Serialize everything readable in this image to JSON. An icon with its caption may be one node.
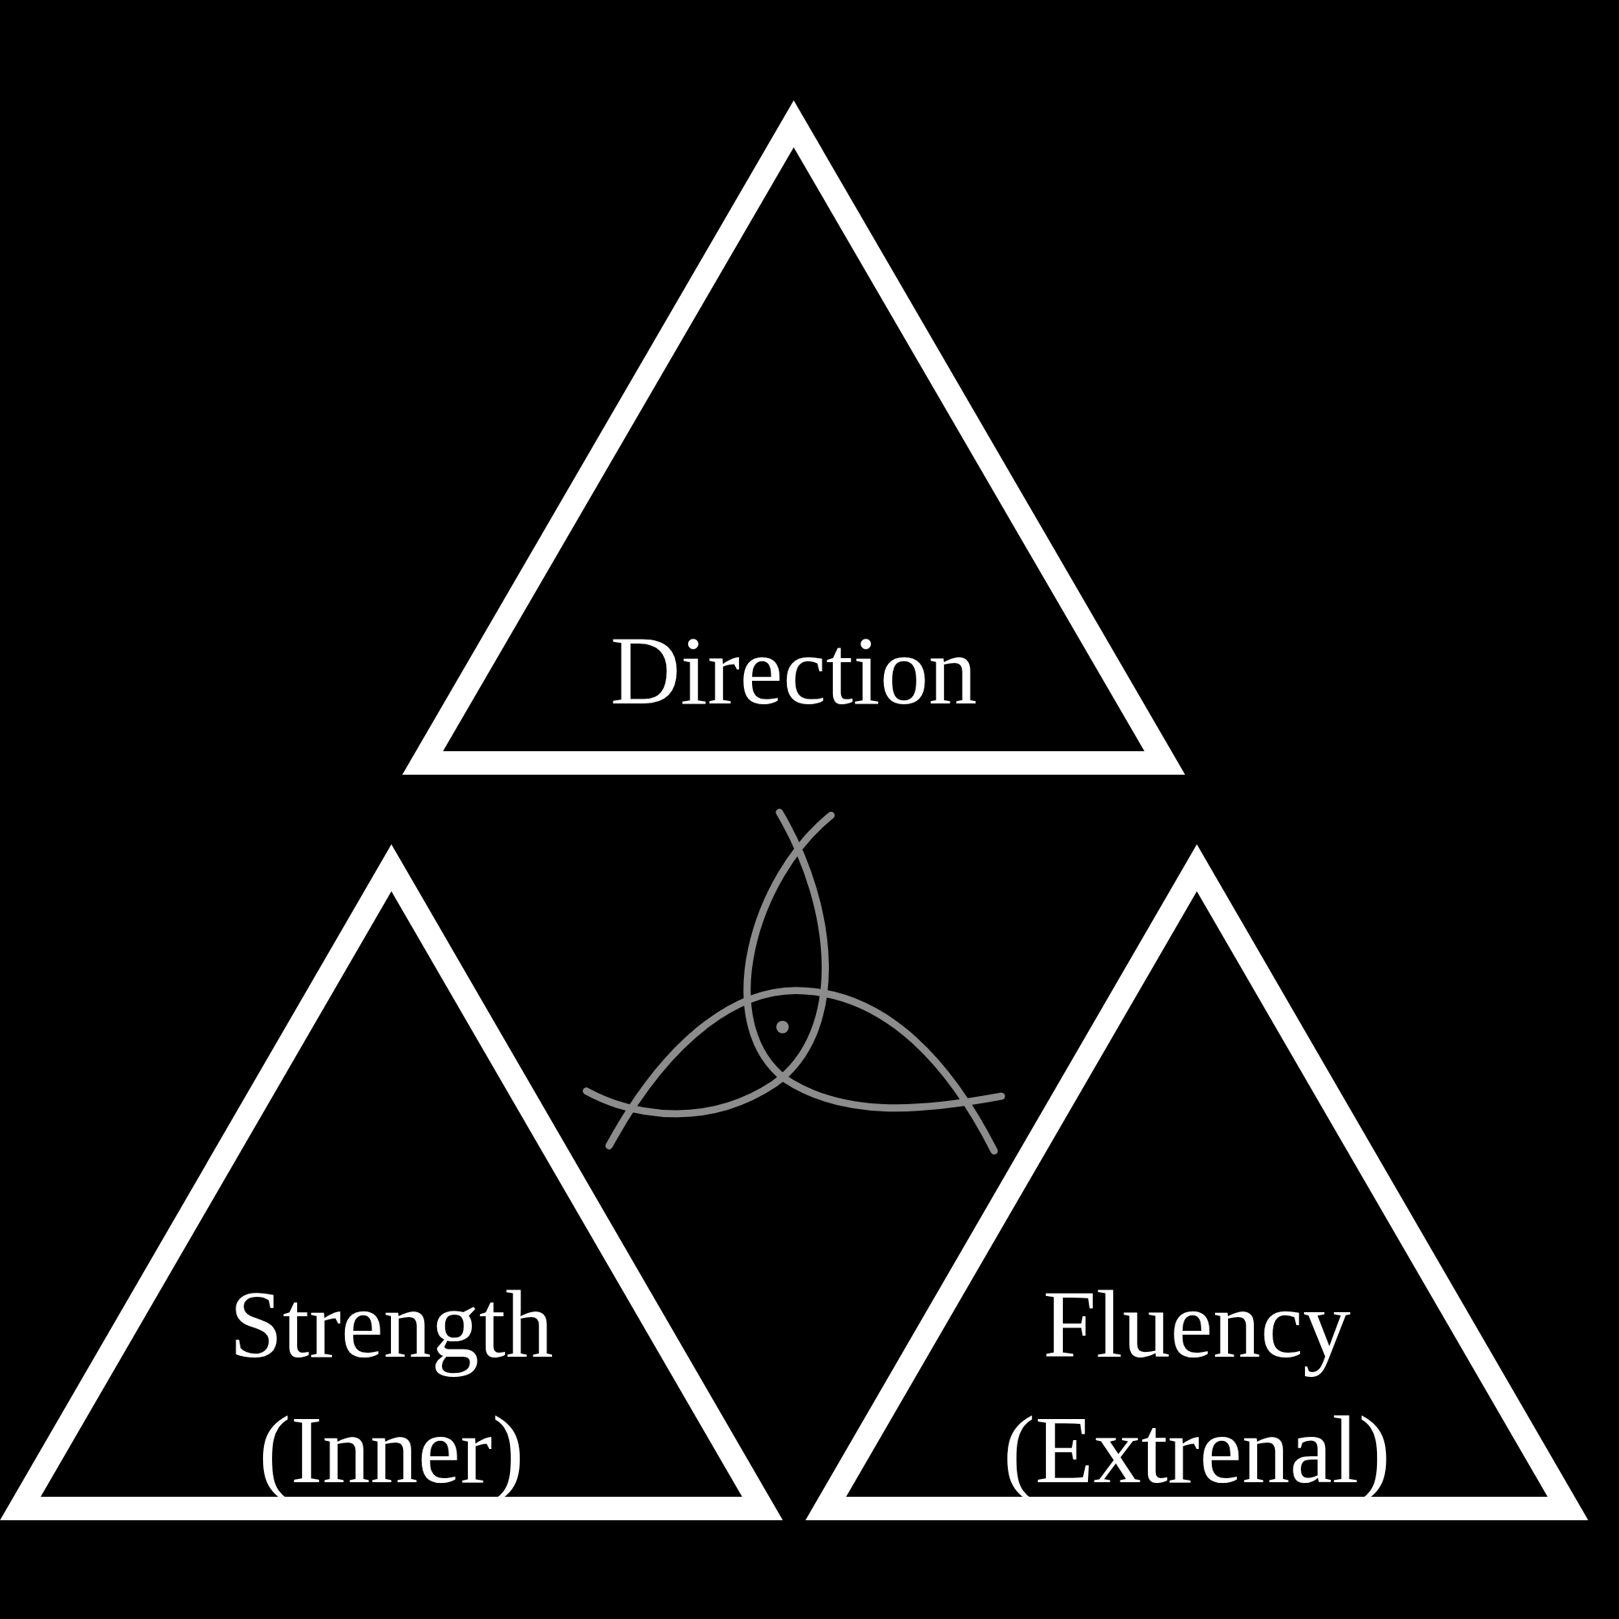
{
  "diagram": {
    "nodes": [
      {
        "text": [
          "Direction"
        ]
      },
      {
        "text": [
          "Strength (Inner)"
        ]
      },
      {
        "text": [
          "Fluency (Extrenal)"
        ]
      }
    ]
  }
}
